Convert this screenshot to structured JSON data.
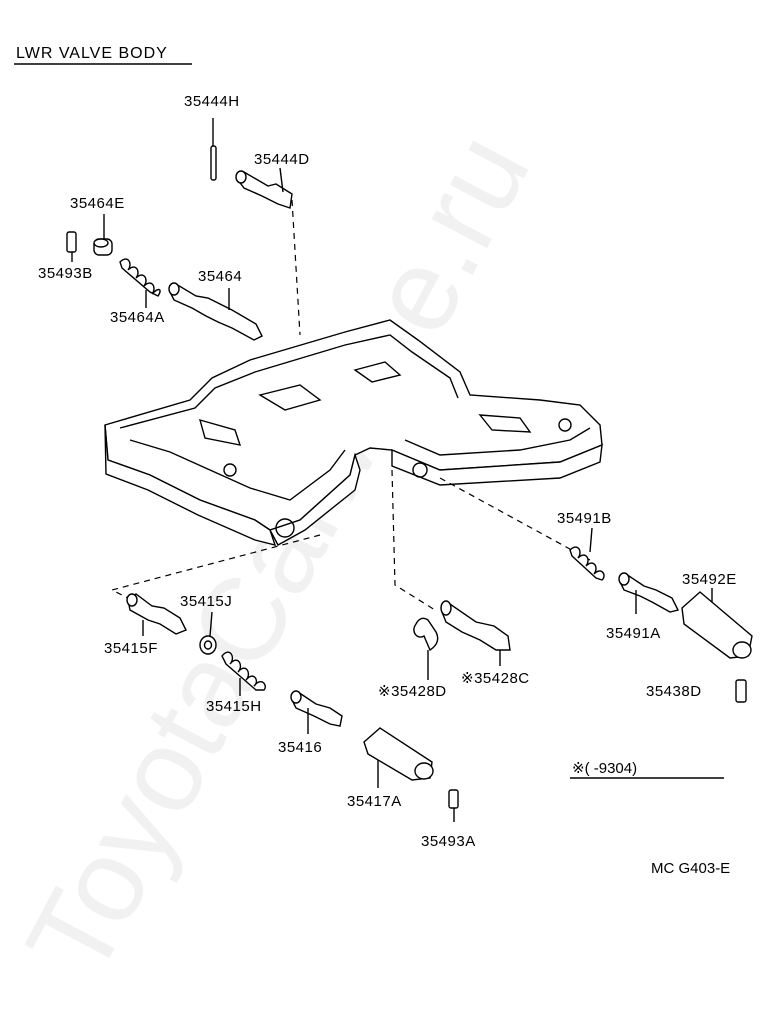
{
  "title": "LWR  VALVE  BODY",
  "watermark": "ToyotaCarMine.ru",
  "note": "※(          -9304)",
  "figure_code": "MC  G403-E",
  "parts": {
    "p35444H": "35444H",
    "p35444D": "35444D",
    "p35464E": "35464E",
    "p35493B": "35493B",
    "p35464": "35464",
    "p35464A": "35464A",
    "p35491B": "35491B",
    "p35492E": "35492E",
    "p35491A": "35491A",
    "p35438D": "35438D",
    "p35415J": "35415J",
    "p35415F": "35415F",
    "p35415H": "35415H",
    "p35416": "35416",
    "p35417A": "35417A",
    "p35493A": "35493A",
    "p35428D": "※35428D",
    "p35428C": "※35428C"
  }
}
